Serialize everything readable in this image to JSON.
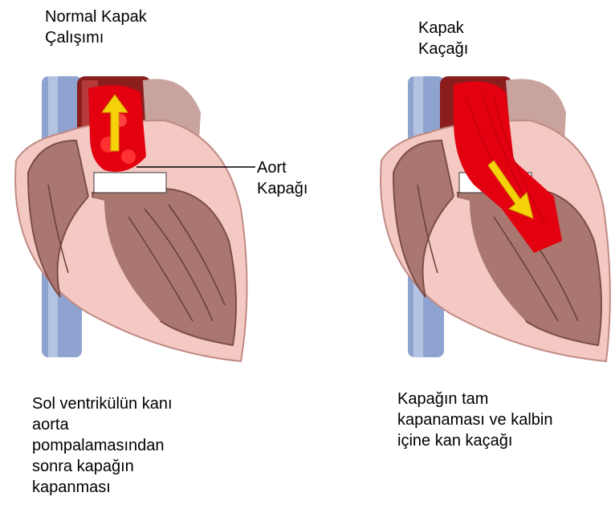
{
  "figure": {
    "left": {
      "title": "Normal Kapak\nÇalışımı",
      "caption": "Sol ventrikülün kanı\naorta\npompalamasından\nsonra kapağın\nkapanması"
    },
    "right": {
      "title": "Kapak\nKaçağı",
      "caption": "Kapağın tam\nkapanaması ve kalbin\niçine kan kaçağı"
    },
    "callout_label": "Aort\nKapağı"
  },
  "colors": {
    "vessel_blue": "#8ea3cf",
    "heart_outer": "#f4c9c3",
    "muscle": "#a9776f",
    "muscle_dark": "#7d4d47",
    "blood_red": "#e3000f",
    "arrow_yellow": "#f5d20a"
  }
}
